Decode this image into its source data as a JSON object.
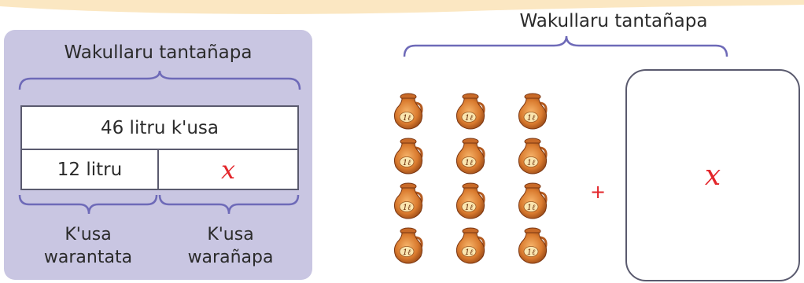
{
  "left_panel": {
    "title": "Wakullaru tantañapa",
    "total_row": "46 litru k'usa",
    "known_part": "12  litru",
    "unknown_part": "x",
    "label_left_line1": "K'usa",
    "label_left_line2": "warantata",
    "label_right_line1": "K'usa",
    "label_right_line2": "warañapa"
  },
  "right_panel": {
    "title": "Wakullaru tantañapa",
    "jug_label": "1ℓ",
    "jug_count": 12,
    "operator": "+",
    "unknown": "x"
  },
  "colors": {
    "panel_bg": "#c9c6e2",
    "brace": "#6e6ab8",
    "variable": "#e3262b",
    "top_band": "#fbe7c2"
  }
}
